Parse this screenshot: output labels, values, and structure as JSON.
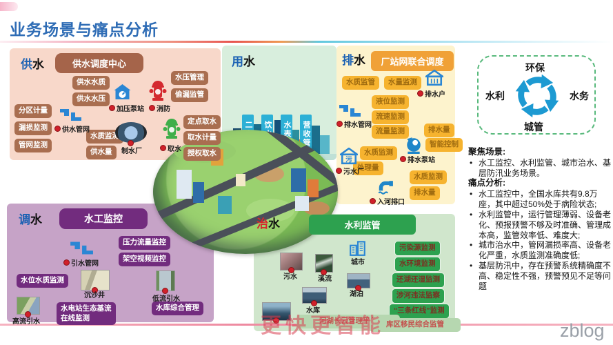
{
  "title": "业务场景与痛点分析",
  "footer": {
    "logo": "zblog",
    "watermark": "更快更智能"
  },
  "colors": {
    "title_blue": "#2e6cb5",
    "supply_pink": "#f8d8ca",
    "supply_brown": "#a96e50",
    "use_green": "#d8eedd",
    "use_bar_cyan": "#2cb0d6",
    "drain_yellow": "#fdf3cd",
    "drain_orange": "#f6b32f",
    "divert_purple_bg": "#c6a3c7",
    "divert_purple": "#722c7e",
    "supervise_green_bg": "#d0e6cc",
    "supervise_green": "#2da14f",
    "red_dot": "#d0202a",
    "cycle_blue": "#1d9ad2",
    "dashed_border_green": "#58b97c"
  },
  "sections": {
    "gongshui": {
      "tag": [
        "供",
        "水"
      ],
      "header": "供水调度中心",
      "pills": [
        "供水水质",
        "供水水压",
        "分区计量",
        "漏损监测",
        "管网监测",
        "水压管理",
        "偷漏监管",
        "定点取水",
        "取水计量",
        "授权取水",
        "水质监测",
        "供水量"
      ],
      "nodes": {
        "guanwang": "供水管网",
        "bengzhan": "加压泵站",
        "xiaofang": "消防",
        "zhishuichang": "制水厂",
        "qushui": "取水"
      }
    },
    "yongshui": {
      "tag": [
        "用",
        "水"
      ],
      "bars": [
        "二次供水",
        "饮水水质",
        "水表水量",
        "营收管理"
      ]
    },
    "paishui": {
      "tag": [
        "排",
        "水"
      ],
      "header": "厂站网联合调度",
      "pills": [
        "水质监管",
        "水量监测",
        "液位监测",
        "流速监测",
        "流量监测",
        "排水量",
        "智能控制",
        "水质监测",
        "处理量",
        "水质监测",
        "排水量"
      ],
      "nodes": {
        "paishuihu": "排水户",
        "guanwang": "排水管网",
        "bengzhan": "排水泵站",
        "wushuichang": "污水厂",
        "ruhepaikou": "入河排口"
      }
    },
    "diaoshui": {
      "tag": [
        "调",
        "水"
      ],
      "header": "水工监控",
      "pills": [
        "压力流量监控",
        "架空视频监控",
        "水位水质监测",
        "水库综合管理"
      ],
      "hydro_pill": [
        "水电站生态基流",
        "在线监测"
      ],
      "nodes": {
        "yinshui": "引水管网",
        "chenshajing": "沉沙井",
        "diliu": "低流引水",
        "gaoliu": "高流引水"
      }
    },
    "zhishui": {
      "tag": [
        "治",
        "水"
      ]
    },
    "shuili": {
      "header": "水利监管",
      "pills": [
        "污染源监测",
        "水环境监测",
        "还湖还湿监测",
        "涉河违法监察",
        "“三条红线”监测"
      ],
      "bottom_pills": [
        "河湖长云管理平台",
        "库区移民综合监管"
      ],
      "nodes": {
        "chengshi": "城市",
        "wushui": "污水",
        "xiliu": "溪流",
        "hubo": "湖泊",
        "shuiku": "水库"
      }
    }
  },
  "cycle": {
    "top": "环保",
    "left": "水利",
    "right": "水务",
    "bottom": "城管"
  },
  "analysis": {
    "focus_title": "聚焦场景:",
    "focus_items": [
      "水工监控、水利监管、城市治水、基层防汛业务场景。"
    ],
    "pain_title": "痛点分析:",
    "pain_items": [
      "水工监控中，全国水库共有9.8万座，其中超过50%处于病险状态;",
      "水利监管中，运行管理薄弱、设备老化、预报预警不够及时准确、管理成本高，监管效率低、难度大;",
      "城市治水中，管网漏损率高、设备老化严重，水质监测准确度低;",
      "基层防汛中，存在预警系统精确度不高、稳定性不强，预警预见不足等问题"
    ]
  },
  "icons": {
    "sewage_glyph": "污"
  }
}
